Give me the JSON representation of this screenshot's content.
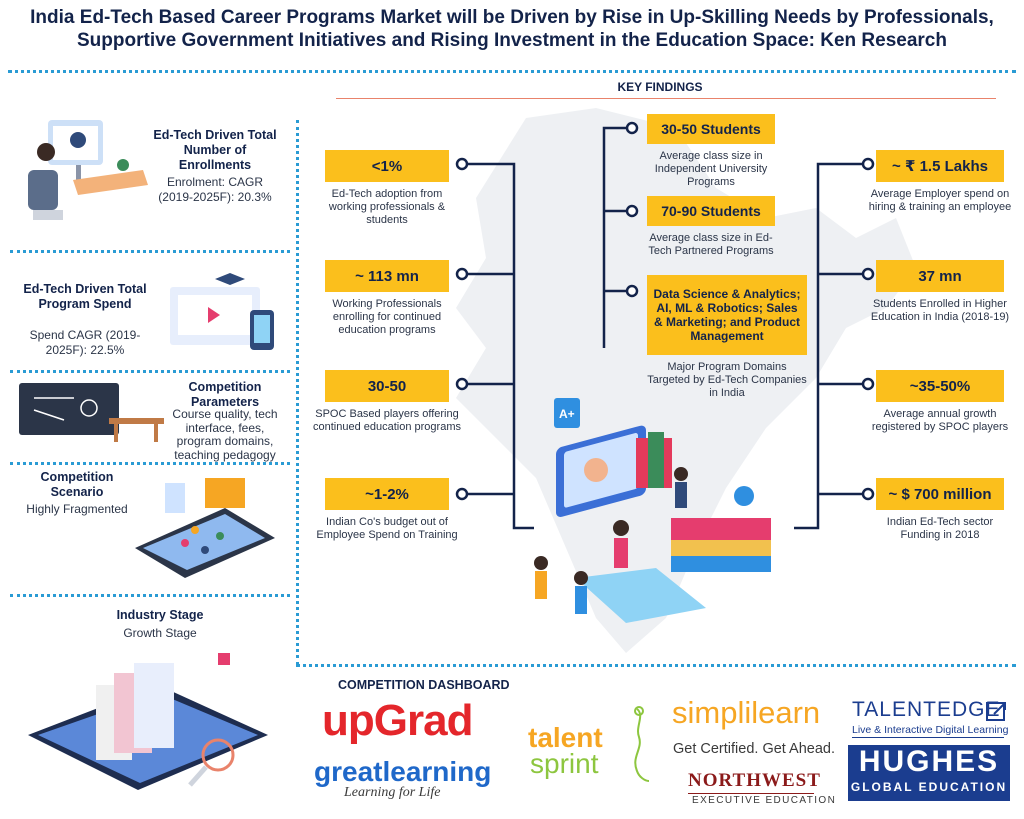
{
  "title": {
    "line1": "India Ed-Tech Based Career Programs Market will be Driven by Rise in Up-Skilling Needs by Professionals,",
    "line2": "Supportive Government Initiatives and Rising Investment in the Education Space: Ken Research"
  },
  "key_findings_label": "KEY FINDINGS",
  "left": {
    "enrollments": {
      "head": "Ed-Tech Driven Total Number of Enrollments",
      "sub": "Enrolment: CAGR (2019-2025F): 20.3%"
    },
    "spend": {
      "head": "Ed-Tech Driven Total Program Spend",
      "sub": "Spend CAGR (2019-2025F): 22.5%"
    },
    "parameters": {
      "head": "Competition Parameters",
      "sub": "Course quality, tech interface, fees, program domains, teaching pedagogy"
    },
    "scenario": {
      "head": "Competition Scenario",
      "sub": "Highly Fragmented"
    },
    "stage": {
      "head": "Industry Stage",
      "sub": "Growth Stage"
    }
  },
  "findings_left": [
    {
      "value": "<1%",
      "desc": "Ed-Tech adoption from working professionals & students"
    },
    {
      "value": "~ 113 mn",
      "desc": "Working Professionals enrolling for continued education programs"
    },
    {
      "value": "30-50",
      "desc": "SPOC Based players offering continued education programs"
    },
    {
      "value": "~1-2%",
      "desc": "Indian Co's budget out of Employee Spend on Training"
    }
  ],
  "findings_center": [
    {
      "value": "30-50 Students",
      "desc": "Average class size in Independent University Programs"
    },
    {
      "value": "70-90 Students",
      "desc": "Average class size in Ed-Tech Partnered Programs"
    },
    {
      "value": "Data Science & Analytics; AI, ML & Robotics; Sales & Marketing; and Product Management",
      "desc": "Major Program Domains Targeted by Ed-Tech Companies in India"
    }
  ],
  "findings_right": [
    {
      "value": "~ ₹ 1.5 Lakhs",
      "desc": "Average Employer spend on hiring & training an employee"
    },
    {
      "value": "37 mn",
      "desc": "Students Enrolled in Higher Education in India (2018-19)"
    },
    {
      "value": "~35-50%",
      "desc": "Average annual growth registered by SPOC players"
    },
    {
      "value": "~ $ 700 million",
      "desc": "Indian Ed-Tech sector Funding in 2018"
    }
  ],
  "dashboard": {
    "title": "COMPETITION DASHBOARD",
    "upgrad": "upGrad",
    "greatlearning": "greatlearning",
    "greatlearning_tag": "Learning for Life",
    "talent": "talent",
    "sprint": "sprint",
    "simplilearn": "simplilearn",
    "simplilearn_tag": "Get Certified. Get Ahead.",
    "northwest": "NORTHWEST",
    "northwest_tag": "EXECUTIVE EDUCATION",
    "talentedge": "TALENTEDGE",
    "talentedge_tag": "Live & Interactive Digital Learning",
    "hughes": "HUGHES",
    "hughes_tag": "GLOBAL EDUCATION"
  },
  "colors": {
    "accent": "#fbbf1c",
    "navy": "#13234a",
    "dots": "#2a9bd4",
    "upgrad": "#e4262b"
  }
}
